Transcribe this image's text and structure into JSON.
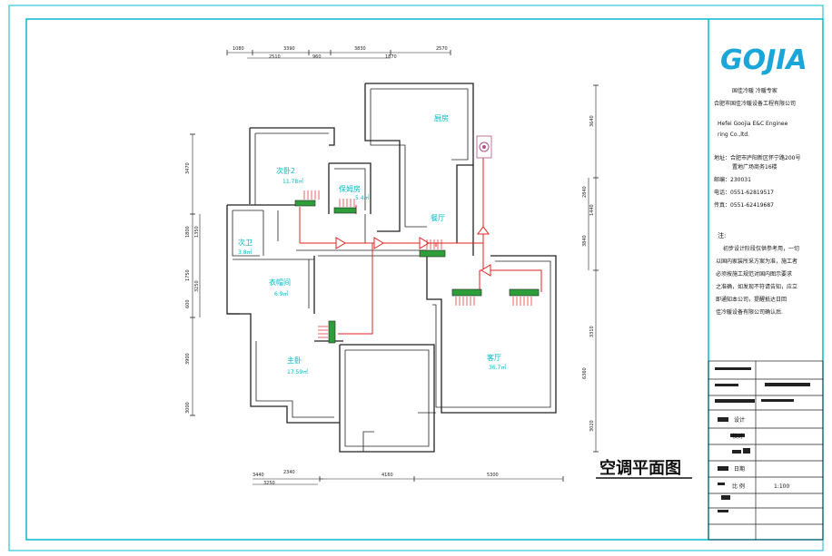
{
  "drawing_title": "空调平面图",
  "scale": "1:100",
  "logo": {
    "text": "GOJIA",
    "color": "#1aa6d8"
  },
  "company": {
    "tagline": "国佳冷暖 冷暖专家",
    "name_cn": "合肥市国佳冷暖设备工程有限公司",
    "name_en_1": "Hefei Goojia E&C Enginee",
    "name_en_2": "ring Co.,ltd.",
    "address": "地址：合肥市庐阳新区怀宁路200号",
    "address_2": "置地广场商务16楼",
    "postcode": "邮编：230031",
    "phone": "电话：0551-62819517",
    "fax": "传真：0551-62419687"
  },
  "notes": {
    "heading": "注:",
    "lines": [
      "初步设计阶段仅供参考用，一切",
      "以国内家装所采方案为准，施工者",
      "必须按施工规范对国内图示要求",
      "之准确，如发现不符请告知，应立",
      "即通知本公司，提醒抵达日回",
      "佳冷暖设备有限公司确认后."
    ]
  },
  "rooms": [
    {
      "name": "厨房",
      "area": ""
    },
    {
      "name": "次卧2",
      "area": "11.78㎡"
    },
    {
      "name": "保姆房",
      "area": "5.4㎡"
    },
    {
      "name": "餐厅",
      "area": ""
    },
    {
      "name": "次卫",
      "area": "3.8㎡"
    },
    {
      "name": "衣帽间",
      "area": "6.9㎡"
    },
    {
      "name": "主卧",
      "area": "17.59㎡"
    },
    {
      "name": "客厅",
      "area": "36.7㎡"
    }
  ],
  "dimensions": {
    "top": [
      "1080",
      "3390",
      "3830",
      "2570",
      "2510",
      "960",
      "1870"
    ],
    "bottom": [
      "3440",
      "2340",
      "4160",
      "5300",
      "3250"
    ],
    "left": [
      "3470",
      "1800",
      "1350",
      "1750",
      "3250",
      "600",
      "3900",
      "3000"
    ],
    "right": [
      "3640",
      "2840",
      "1440",
      "3840",
      "3310",
      "6360",
      "3020"
    ]
  },
  "title_block": {
    "row_labels": [
      "项目名称",
      "图名",
      "设计",
      "校对",
      "审核",
      "比例",
      "日期"
    ],
    "ratio_label": "比 例",
    "ratio_value": "1:100"
  },
  "colors": {
    "frame": "#00bcd4",
    "wall": "#222222",
    "pipe": "#e32020",
    "unit": "#2e9e3a",
    "label": "#00b8c8"
  }
}
